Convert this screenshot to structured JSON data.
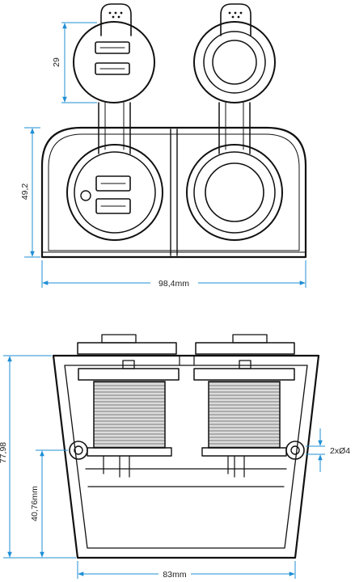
{
  "top_view": {
    "dim_height_cap": "29",
    "dim_height_base": "49,2",
    "dim_width": "98,4mm"
  },
  "bottom_view": {
    "dim_height_total": "77,98",
    "dim_height_hole": "40,76mm",
    "dim_width": "83mm",
    "dim_holes": "2xØ4"
  },
  "colors": {
    "dimension_line": "#1f8fd6",
    "outline": "#111111"
  }
}
